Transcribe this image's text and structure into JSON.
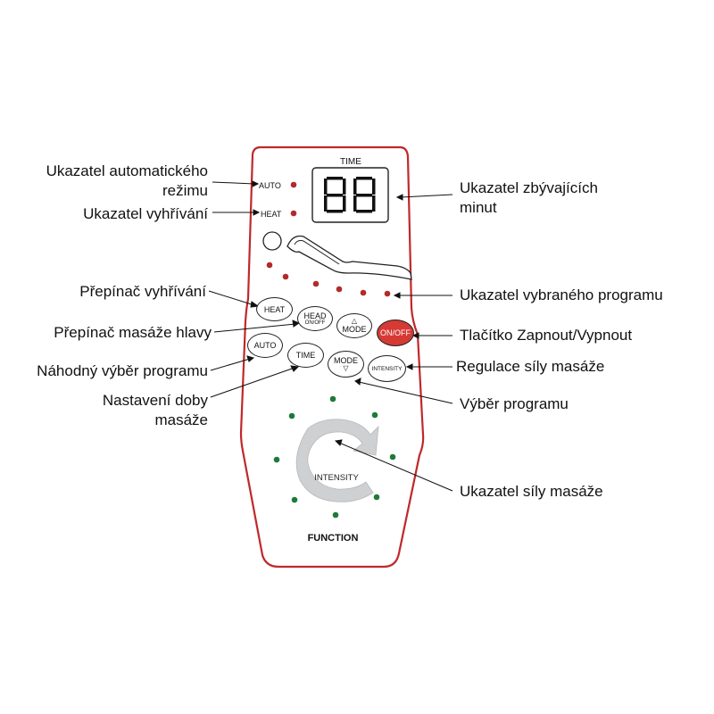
{
  "remote": {
    "time_label": "TIME",
    "display_value": "88",
    "auto_label": "AUTO",
    "heat_label": "HEAT",
    "intensity_label": "INTENSITY",
    "function_label": "FUNCTION",
    "buttons": {
      "heat": "HEAT",
      "head": "HEAD",
      "head_sub": "ON/OFF",
      "mode_up": "MODE",
      "mode_down": "MODE",
      "onoff": "ON/OFF",
      "auto": "AUTO",
      "time": "TIME",
      "intensity": "INTENSITY"
    }
  },
  "callouts": {
    "auto_indicator_l1": "Ukazatel automatického",
    "auto_indicator_l2": "režimu",
    "heat_indicator": "Ukazatel vyhřívání",
    "heat_switch": "Přepínač vyhřívání",
    "head_switch": "Přepínač masáže hlavy",
    "random_program": "Náhodný výběr programu",
    "time_setting_l1": "Nastavení doby",
    "time_setting_l2": "masáže",
    "minutes_indicator_l1": "Ukazatel zbývajících",
    "minutes_indicator_l2": "minut",
    "program_indicator": "Ukazatel vybraného programu",
    "power_button": "Tlačítko Zapnout/Vypnout",
    "intensity_regulation": "Regulace síly masáže",
    "program_select": "Výběr programu",
    "intensity_indicator": "Ukazatel síly masáže"
  },
  "colors": {
    "outline": "#c0282a",
    "red_led": "#b32a2a",
    "green_led": "#1f7a3a",
    "onoff_fill": "#d63a35"
  }
}
